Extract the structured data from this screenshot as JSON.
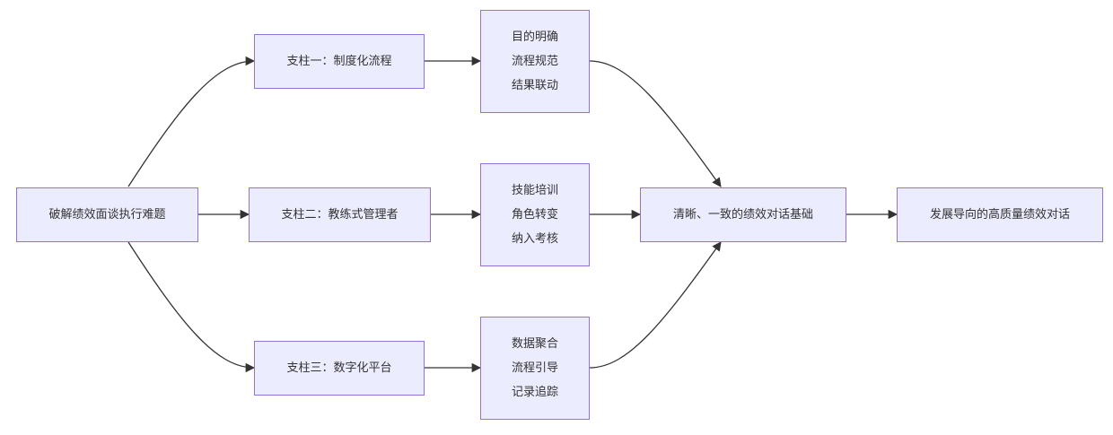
{
  "diagram": {
    "type": "flowchart",
    "direction": "left-to-right",
    "colors": {
      "node_fill": "#ECECFF",
      "node_border": "#9370DB",
      "edge": "#333333",
      "text": "#333333"
    },
    "nodes": {
      "start": {
        "lines": [
          "破解绩效面谈执行难题"
        ]
      },
      "p1": {
        "lines": [
          "支柱一：制度化流程"
        ]
      },
      "p2": {
        "lines": [
          "支柱二：教练式管理者"
        ]
      },
      "p3": {
        "lines": [
          "支柱三：数字化平台"
        ]
      },
      "d1": {
        "lines": [
          "目的明确",
          "流程规范",
          "结果联动"
        ]
      },
      "d2": {
        "lines": [
          "技能培训",
          "角色转变",
          "纳入考核"
        ]
      },
      "d3": {
        "lines": [
          "数据聚合",
          "流程引导",
          "记录追踪"
        ]
      },
      "base": {
        "lines": [
          "清晰、一致的绩效对话基础"
        ]
      },
      "goal": {
        "lines": [
          "发展导向的高质量绩效对话"
        ]
      }
    },
    "edges": [
      {
        "from": "start",
        "to": "p1"
      },
      {
        "from": "start",
        "to": "p2"
      },
      {
        "from": "start",
        "to": "p3"
      },
      {
        "from": "p1",
        "to": "d1"
      },
      {
        "from": "p2",
        "to": "d2"
      },
      {
        "from": "p3",
        "to": "d3"
      },
      {
        "from": "d1",
        "to": "base"
      },
      {
        "from": "d2",
        "to": "base"
      },
      {
        "from": "d3",
        "to": "base"
      },
      {
        "from": "base",
        "to": "goal"
      }
    ]
  }
}
